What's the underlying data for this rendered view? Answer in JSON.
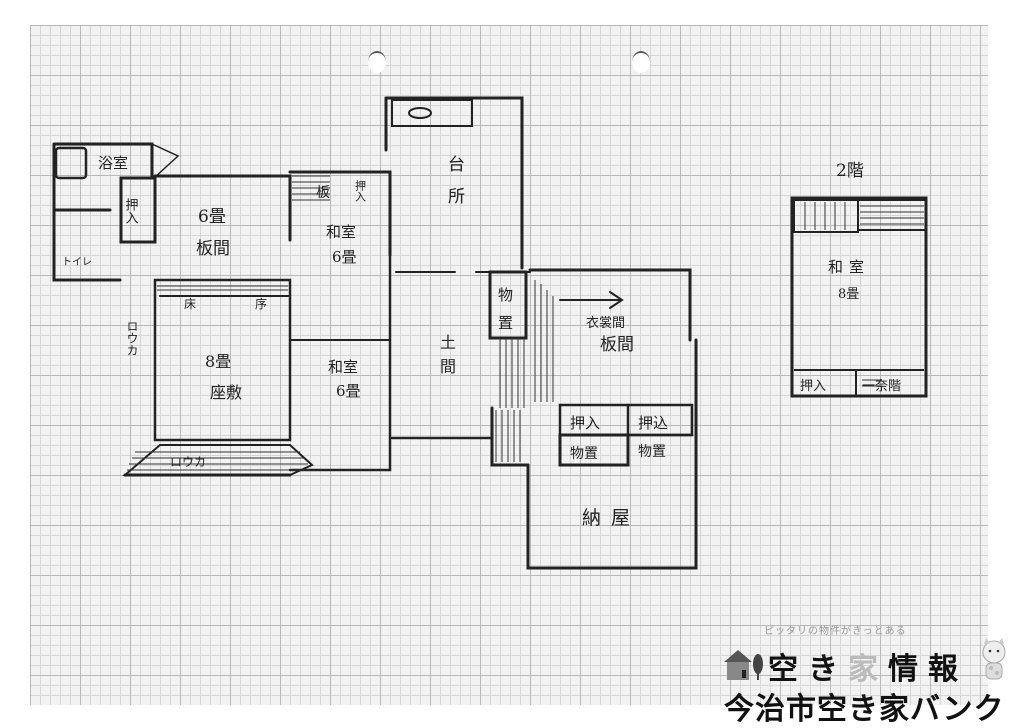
{
  "document": {
    "type": "hand-drawn floor plan on graph paper",
    "background_color": "#f2f2f2",
    "line_color": "#222222"
  },
  "floor1": {
    "rooms": {
      "bath": "浴室",
      "toilet": "トイレ",
      "closet_oshiire_left": "押入",
      "itama6_count": "6畳",
      "itama6_name": "板間",
      "stairs_label": "板",
      "closet_small": "押入",
      "washitsu_top_name": "和室",
      "washitsu_top_count": "6畳",
      "kitchen_1": "台",
      "kitchen_2": "所",
      "tokonoma": "床",
      "tokonoma2": "序",
      "zashiki_count": "8畳",
      "zashiki_name": "座敷",
      "washitsu_bottom_name": "和室",
      "washitsu_bottom_count": "6畳",
      "rouka_left": "ロウカ",
      "rouka_bottom": "ロウカ",
      "doma_1": "土",
      "doma_2": "間",
      "storage_left_1": "物",
      "storage_left_2": "置",
      "wardrobe_room": "衣裳間",
      "wardrobe_itama": "板間",
      "oshiire_right": "押入",
      "oshikomi": "押込",
      "storage_a": "物置",
      "storage_b": "物置",
      "barn": "納屋"
    }
  },
  "floor2": {
    "heading": "2階",
    "room_name": "和室",
    "room_count": "8畳",
    "closet": "押入",
    "stairs": "一奈階"
  },
  "branding": {
    "tagline": "ピッタリの物件がきっとある",
    "title_part1": "空き",
    "title_part2": "家",
    "title_part3": "情報",
    "bank_name": "今治市空き家バンク",
    "icons": [
      "house-icon",
      "tree-icon",
      "cat-mascot-icon"
    ]
  }
}
